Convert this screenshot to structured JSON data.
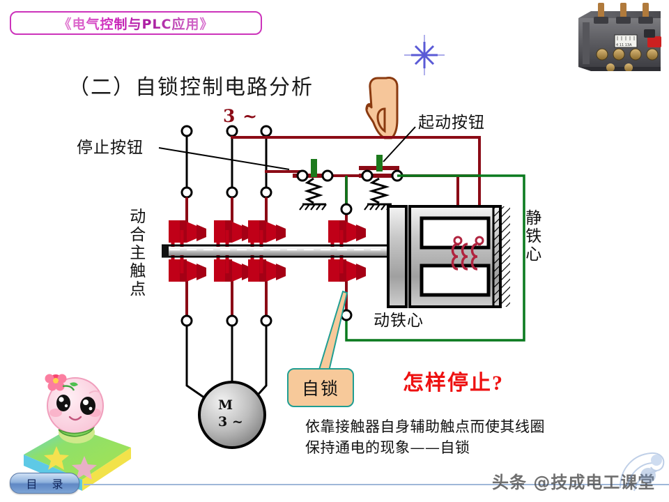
{
  "slide": {
    "course_title": "《电气控制与PLC应用》",
    "section_heading": "（二）自锁控制电路分析",
    "question": "怎样停止?",
    "explanation_line1": "依靠接触器自身辅助触点而使其线圈",
    "explanation_line2": "保持通电的现象——自锁",
    "contents_button": "目  录",
    "watermark": "头条 @技成电工课堂"
  },
  "diagram": {
    "supply_label": "3 ~",
    "stop_button_label": "停止按钮",
    "start_button_label": "起动按钮",
    "main_contacts_label": "动合主触点",
    "static_core_label": "静铁心",
    "moving_core_label": "动铁心",
    "self_lock_callout": "自锁",
    "motor_symbol": "M",
    "motor_phase": "3 ~"
  },
  "colors": {
    "title_accent": "#cc33bb",
    "power_wire": "#8b0b16",
    "contact_red": "#c00018",
    "self_lock_wire": "#0a7a1e",
    "button_stem_green": "#1d7a1d",
    "question_red": "#ee1111",
    "callout_fill": "#f7c99a",
    "callout_border": "#1f9e92",
    "sparkle": "#6a6ad0"
  },
  "icons": {
    "relay_photo": "thermal-overload-relay-photo",
    "hand": "pointing-hand-icon",
    "sparkle": "sparkle-star-icon",
    "mascot": "mascot-on-book-icon"
  }
}
